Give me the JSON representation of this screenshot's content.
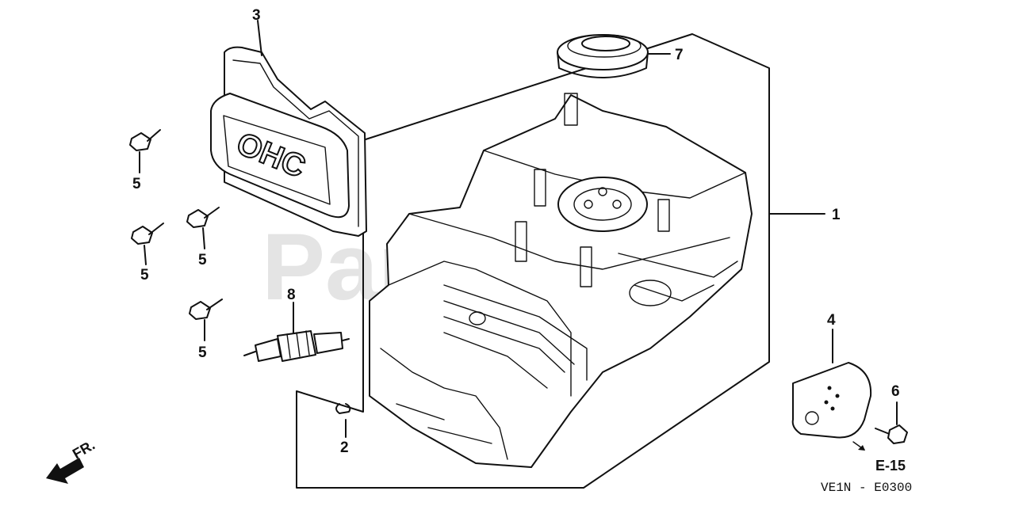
{
  "watermark": "PartsTree",
  "callouts": {
    "p1": "1",
    "p2": "2",
    "p3": "3",
    "p4": "4",
    "p5a": "5",
    "p5b": "5",
    "p5c": "5",
    "p5d": "5",
    "p6": "6",
    "p7": "7",
    "p8": "8"
  },
  "cover_lettering": "OHC",
  "direction_label": "FR.",
  "reference": "E-15",
  "diagram_code": "VE1N - E0300"
}
